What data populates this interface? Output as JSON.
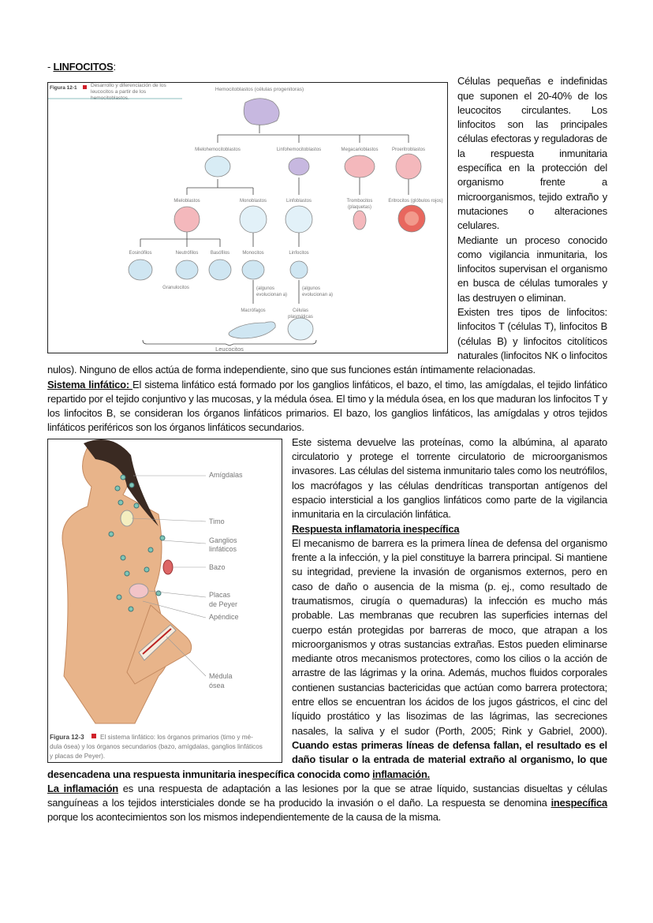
{
  "heading": {
    "prefix": "- ",
    "title": "LINFOCITOS",
    "suffix": ":"
  },
  "p1": "Células pequeñas e indefinidas que suponen el 20-40% de los leucocitos circulantes. Los linfocitos son las principales células efectoras y reguladoras de la respuesta inmunitaria específica en la protección del organismo frente a microorganismos, tejido extraño y mutaciones o alteraciones celulares.",
  "p2": "Mediante un proceso conocido como vigilancia inmunitaria, los linfocitos supervisan el organismo en busca de células tumorales y las destruyen o eliminan.",
  "p3": "Existen tres tipos de linfocitos: linfocitos T (células T), linfocitos B (células B) y linfocitos citolíticos naturales (linfocitos NK o linfocitos nulos). Ninguno de ellos actúa de forma independiente, sino que sus funciones están íntimamente relacionadas.",
  "p4": {
    "label": "Sistema linfático: ",
    "text": "El sistema linfático está formado por los ganglios linfáticos, el bazo, el timo, las amígdalas, el tejido linfático repartido por el tejido conjuntivo y las mucosas, y la médula ósea. El timo y la médula ósea, en los que maduran los linfocitos T y los linfocitos B, se consideran los órganos linfáticos primarios. El bazo, los ganglios linfáticos, las amígdalas y otros tejidos linfáticos periféricos son los órganos linfáticos secundarios."
  },
  "p5": "Este sistema devuelve las proteínas, como la albúmina, al aparato circulatorio y protege el torrente circulatorio de microorganismos invasores. Las células del sistema inmunitario tales como los neutrófilos, los macrófagos y las células dendríticas transportan antígenos del espacio intersticial a los ganglios linfáticos como parte de la vigilancia inmunitaria en la circulación linfática.",
  "p6_heading": "Respuesta inflamatoria inespecífica",
  "p7": {
    "text": "El mecanismo de barrera es la primera línea de defensa del organismo frente a la infección, y la piel constituye la barrera principal. Si mantiene su integridad, previene la invasión de organismos externos, pero en caso de daño o ausencia de la misma (p. ej., como resultado de traumatismos, cirugía o quemaduras) la infección es mucho más probable. Las membranas que recubren las superficies internas del cuerpo están protegidas por barreras de moco, que atrapan a los microorganismos y otras sustancias extrañas. Estos pueden eliminarse mediante otros mecanismos protectores, como los cilios o la acción de arrastre de las lágrimas y la orina. Además, muchos fluidos corporales contienen sustancias bactericidas que actúan como barrera protectora; entre ellos se encuentran los ácidos de los jugos gástricos, el cinc del líquido prostático y las lisozimas de las lágrimas, las secreciones nasales, la saliva y el sudor (Porth, 2005; Rink y Gabriel, 2000). ",
    "bold": "Cuando estas primeras líneas de defensa fallan, el resultado es el daño tisular o la entrada de material extraño al organismo, lo que desencadena una respuesta inmunitaria inespecífica conocida como ",
    "bold_u": "inflamación."
  },
  "p8": {
    "term": "La inflamación",
    "text1": " es una respuesta de adaptación a las lesiones por la que se atrae líquido, sustancias disueltas y células sanguíneas a los tejidos intersticiales donde se ha producido la invasión o el daño. La respuesta se denomina ",
    "term2": "inespecífica",
    "text2": " porque los acontecimientos son los mismos independientemente de la causa de la misma."
  },
  "figure1": {
    "caption_num": "Figura 12-1",
    "caption": "Desarrollo y diferenciación de los leucocitos a partir de los hemocitoblastos.",
    "labels": {
      "root": "Hemocitoblastos (células progenitoras)",
      "mielohemo": "Mielohemocitoblastos",
      "linfohemo": "Linfohemocitoblastos",
      "megacario": "Megacarioblastos",
      "proeritro": "Proeritroblastos",
      "mieloblastos": "Mieloblastos",
      "monoblastos": "Monoblastos",
      "linfoblastos": "Linfoblastos",
      "trombocitos": "Trombocitos",
      "plaquetas": "(plaquetas)",
      "eritrocitos": "Eritrocitos (glóbulos rojos)",
      "eosinofilos": "Eosinófilos",
      "neutrofilos": "Neutrófilos",
      "basofilos": "Basófilos",
      "monocitos": "Monocitos",
      "linfocitos": "Linfocitos",
      "granulocitos": "Granulocitos",
      "algunos": "(algunos",
      "evolucionan": "evolucionan a)",
      "macrofagos": "Macrófagos",
      "celulas": "Células",
      "plasmaticas": "plasmáticas",
      "leucocitos": "Leucocitos"
    }
  },
  "figure2": {
    "caption_num": "Figura 12-3",
    "caption_lines": [
      "El sistema linfático: los órganos primarios (timo y mé-",
      "dula ósea) y los órganos secundarios (bazo, amígdalas, ganglios linfáticos",
      "y placas de Peyer)."
    ],
    "labels": {
      "amigdalas": "Amígdalas",
      "timo": "Timo",
      "ganglios": "Ganglios",
      "linfaticos": "linfáticos",
      "bazo": "Bazo",
      "placas": "Placas",
      "peyer": "de Peyer",
      "apendice": "Apéndice",
      "medula": "Médula",
      "osea": "ósea"
    }
  },
  "colors": {
    "caption_red": "#d0202a",
    "cell_blue": "#cfe6f2",
    "cell_purple": "#c7b8e0",
    "cell_pink": "#f4b8bc",
    "skin": "#e8b48a"
  }
}
